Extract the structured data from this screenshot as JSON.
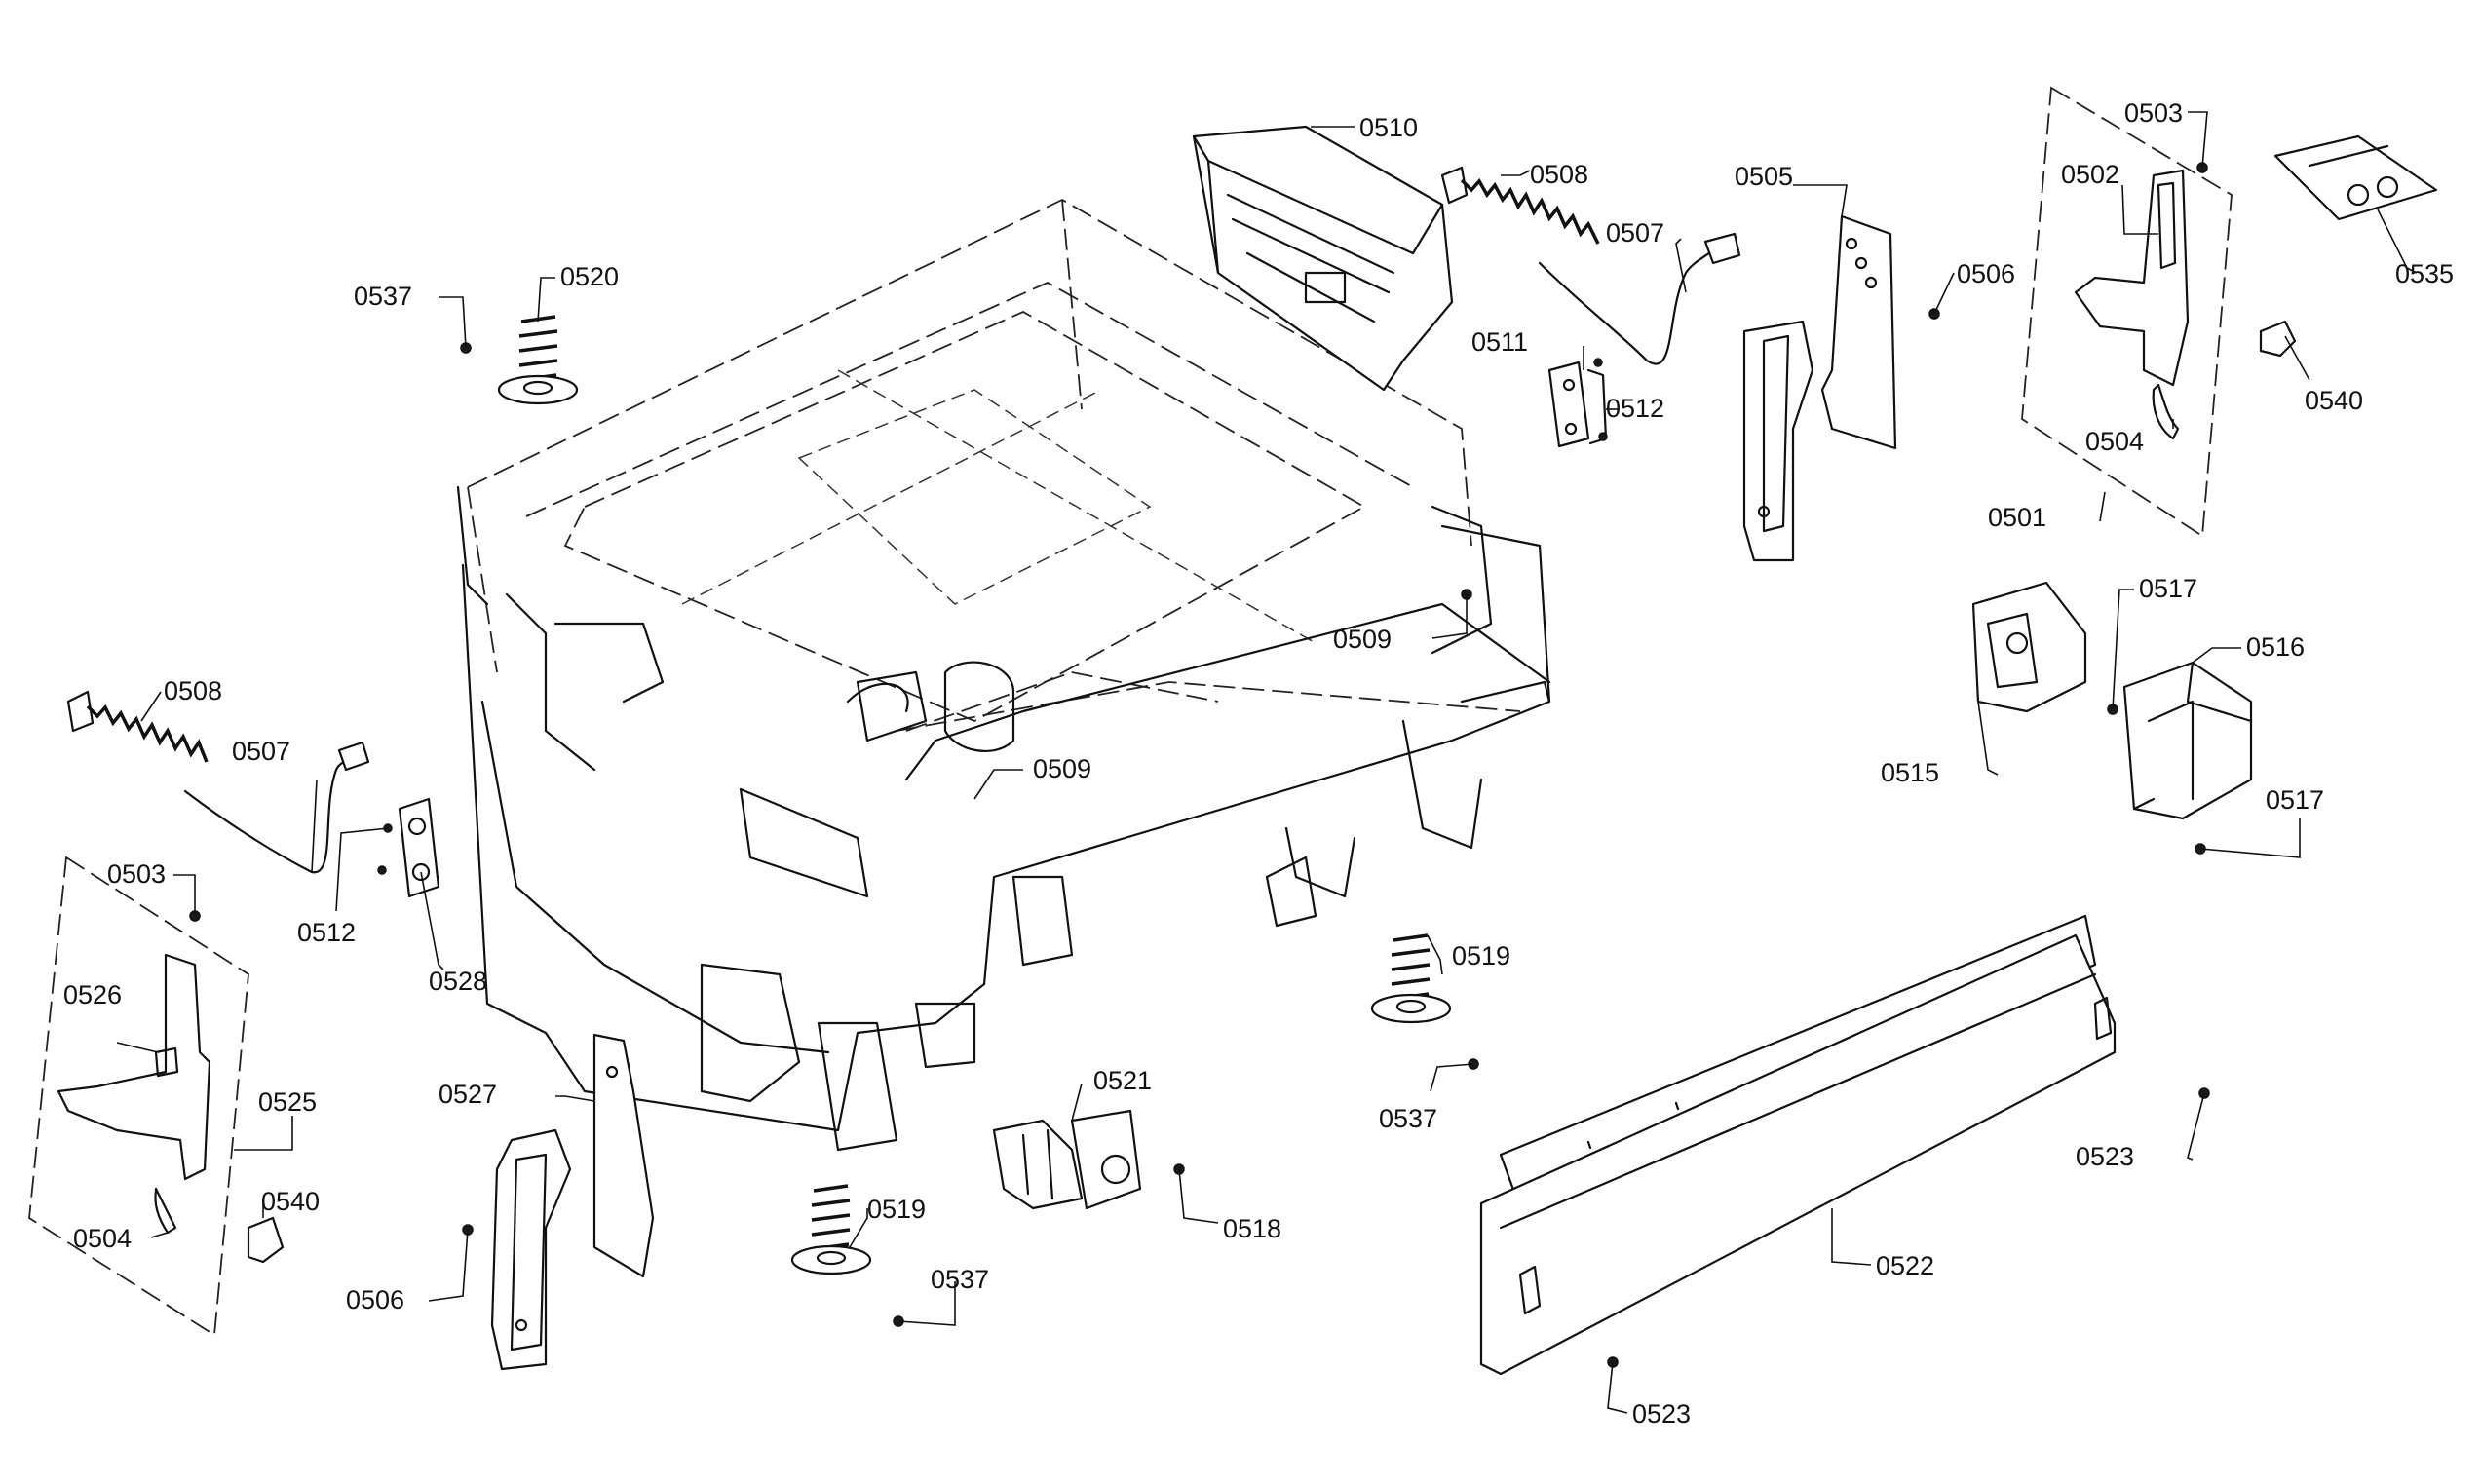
{
  "diagram": {
    "callouts": [
      {
        "id": "c-0510a",
        "label": "0510"
      },
      {
        "id": "c-0508a",
        "label": "0508"
      },
      {
        "id": "c-0507a",
        "label": "0507"
      },
      {
        "id": "c-0505",
        "label": "0505"
      },
      {
        "id": "c-0506a",
        "label": "0506"
      },
      {
        "id": "c-0503a",
        "label": "0503"
      },
      {
        "id": "c-0502",
        "label": "0502"
      },
      {
        "id": "c-0535",
        "label": "0535"
      },
      {
        "id": "c-0540a",
        "label": "0540"
      },
      {
        "id": "c-0504a",
        "label": "0504"
      },
      {
        "id": "c-0501",
        "label": "0501"
      },
      {
        "id": "c-0511",
        "label": "0511"
      },
      {
        "id": "c-0512a",
        "label": "0512"
      },
      {
        "id": "c-0537a",
        "label": "0537"
      },
      {
        "id": "c-0520",
        "label": "0520"
      },
      {
        "id": "c-0509a",
        "label": "0509"
      },
      {
        "id": "c-0517a",
        "label": "0517"
      },
      {
        "id": "c-0516",
        "label": "0516"
      },
      {
        "id": "c-0515",
        "label": "0515"
      },
      {
        "id": "c-0517b",
        "label": "0517"
      },
      {
        "id": "c-0508b",
        "label": "0508"
      },
      {
        "id": "c-0507b",
        "label": "0507"
      },
      {
        "id": "c-0509b",
        "label": "0509"
      },
      {
        "id": "c-0503b",
        "label": "0503"
      },
      {
        "id": "c-0512b",
        "label": "0512"
      },
      {
        "id": "c-0528",
        "label": "0528"
      },
      {
        "id": "c-0526",
        "label": "0526"
      },
      {
        "id": "c-0525",
        "label": "0525"
      },
      {
        "id": "c-0540b",
        "label": "0540"
      },
      {
        "id": "c-0504b",
        "label": "0504"
      },
      {
        "id": "c-0527",
        "label": "0527"
      },
      {
        "id": "c-0506b",
        "label": "0506"
      },
      {
        "id": "c-0519a",
        "label": "0519"
      },
      {
        "id": "c-0537b",
        "label": "0537"
      },
      {
        "id": "c-0521",
        "label": "0521"
      },
      {
        "id": "c-0518",
        "label": "0518"
      },
      {
        "id": "c-0519b",
        "label": "0519"
      },
      {
        "id": "c-0537c",
        "label": "0537"
      },
      {
        "id": "c-0523a",
        "label": "0523"
      },
      {
        "id": "c-0522",
        "label": "0522"
      },
      {
        "id": "c-0523b",
        "label": "0523"
      }
    ]
  }
}
